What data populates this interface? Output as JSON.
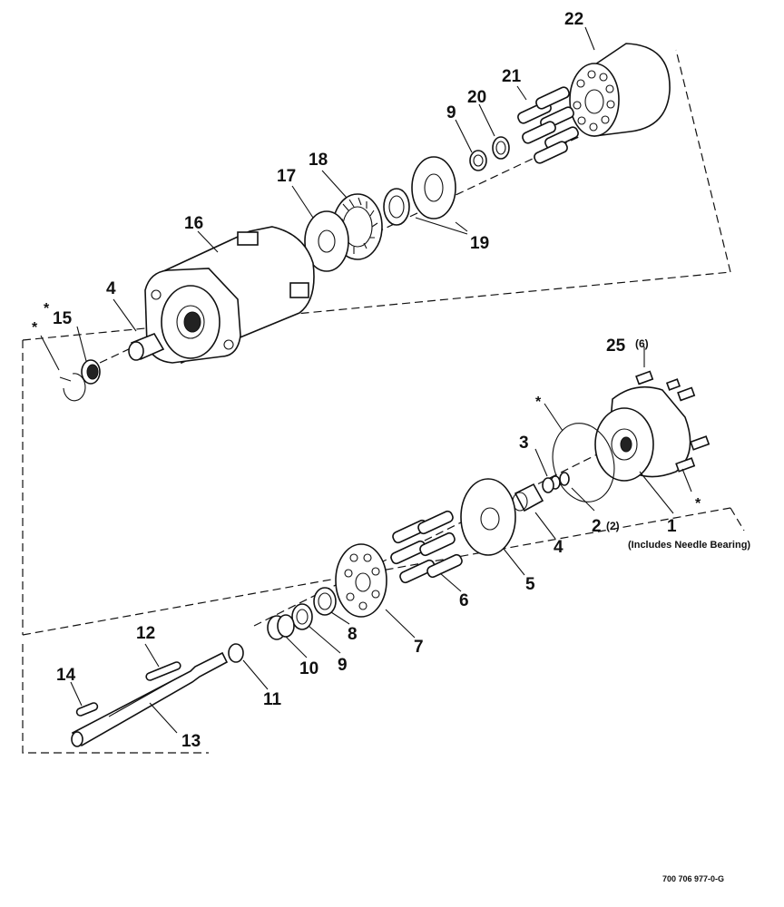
{
  "callouts": {
    "c1": "1",
    "c2": "2",
    "c3": "3",
    "c4a": "4",
    "c4b": "4",
    "c5": "5",
    "c6": "6",
    "c7": "7",
    "c8": "8",
    "c9a": "9",
    "c9b": "9",
    "c10": "10",
    "c11": "11",
    "c12": "12",
    "c13": "13",
    "c14": "14",
    "c15": "15",
    "c16": "16",
    "c17": "17",
    "c18": "18",
    "c19": "19",
    "c20": "20",
    "c21": "21",
    "c22": "22",
    "c25": "25"
  },
  "quantities": {
    "q2": "(2)",
    "q25": "(6)"
  },
  "notes": {
    "includes_needle_bearing": "(Includes Needle Bearing)"
  },
  "asterisk": "*",
  "figure_number": "700 706 977-0-G"
}
